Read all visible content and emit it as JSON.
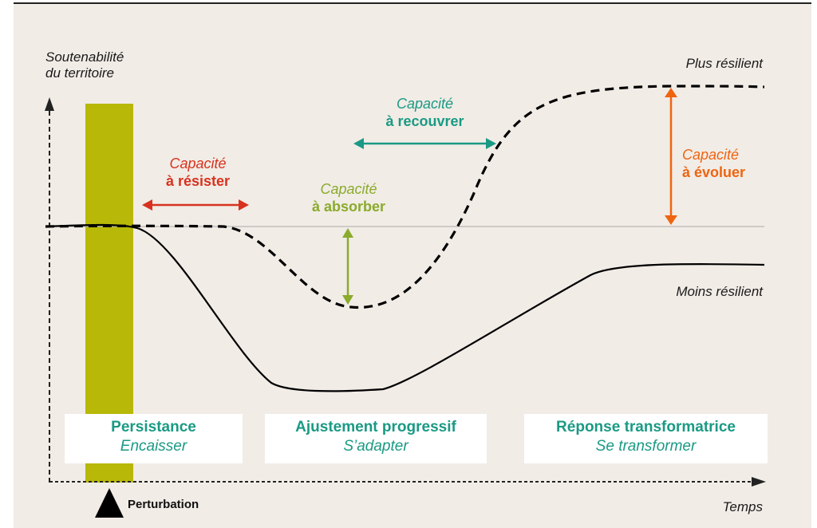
{
  "diagram": {
    "title_axis_y": [
      "Soutenabilité",
      "du territoire"
    ],
    "axis_x_label": "Temps",
    "curves": {
      "upper_label": "Plus résilient",
      "lower_label": "Moins résilient"
    },
    "capacities": [
      {
        "line1": "Capacité",
        "line2": "à résister",
        "color": "#d8321e"
      },
      {
        "line1": "Capacité",
        "line2": "à absorber",
        "color": "#8aab2b"
      },
      {
        "line1": "Capacité",
        "line2": "à recouvrer",
        "color": "#1a9a84"
      },
      {
        "line1": "Capacité",
        "line2": "à évoluer",
        "color": "#ef6410"
      }
    ],
    "phases": [
      {
        "title": "Persistance",
        "subtitle": "Encaisser"
      },
      {
        "title": "Ajustement progressif",
        "subtitle": "S’adapter"
      },
      {
        "title": "Réponse transformatrice",
        "subtitle": "Se transformer"
      }
    ],
    "event_label": "Perturbation",
    "colors": {
      "background": "#f1ece6",
      "perturbation_bar": "#b8b808",
      "phase_text": "#1a9a84",
      "curve": "#000000",
      "baseline": "#b9b6b2"
    }
  }
}
